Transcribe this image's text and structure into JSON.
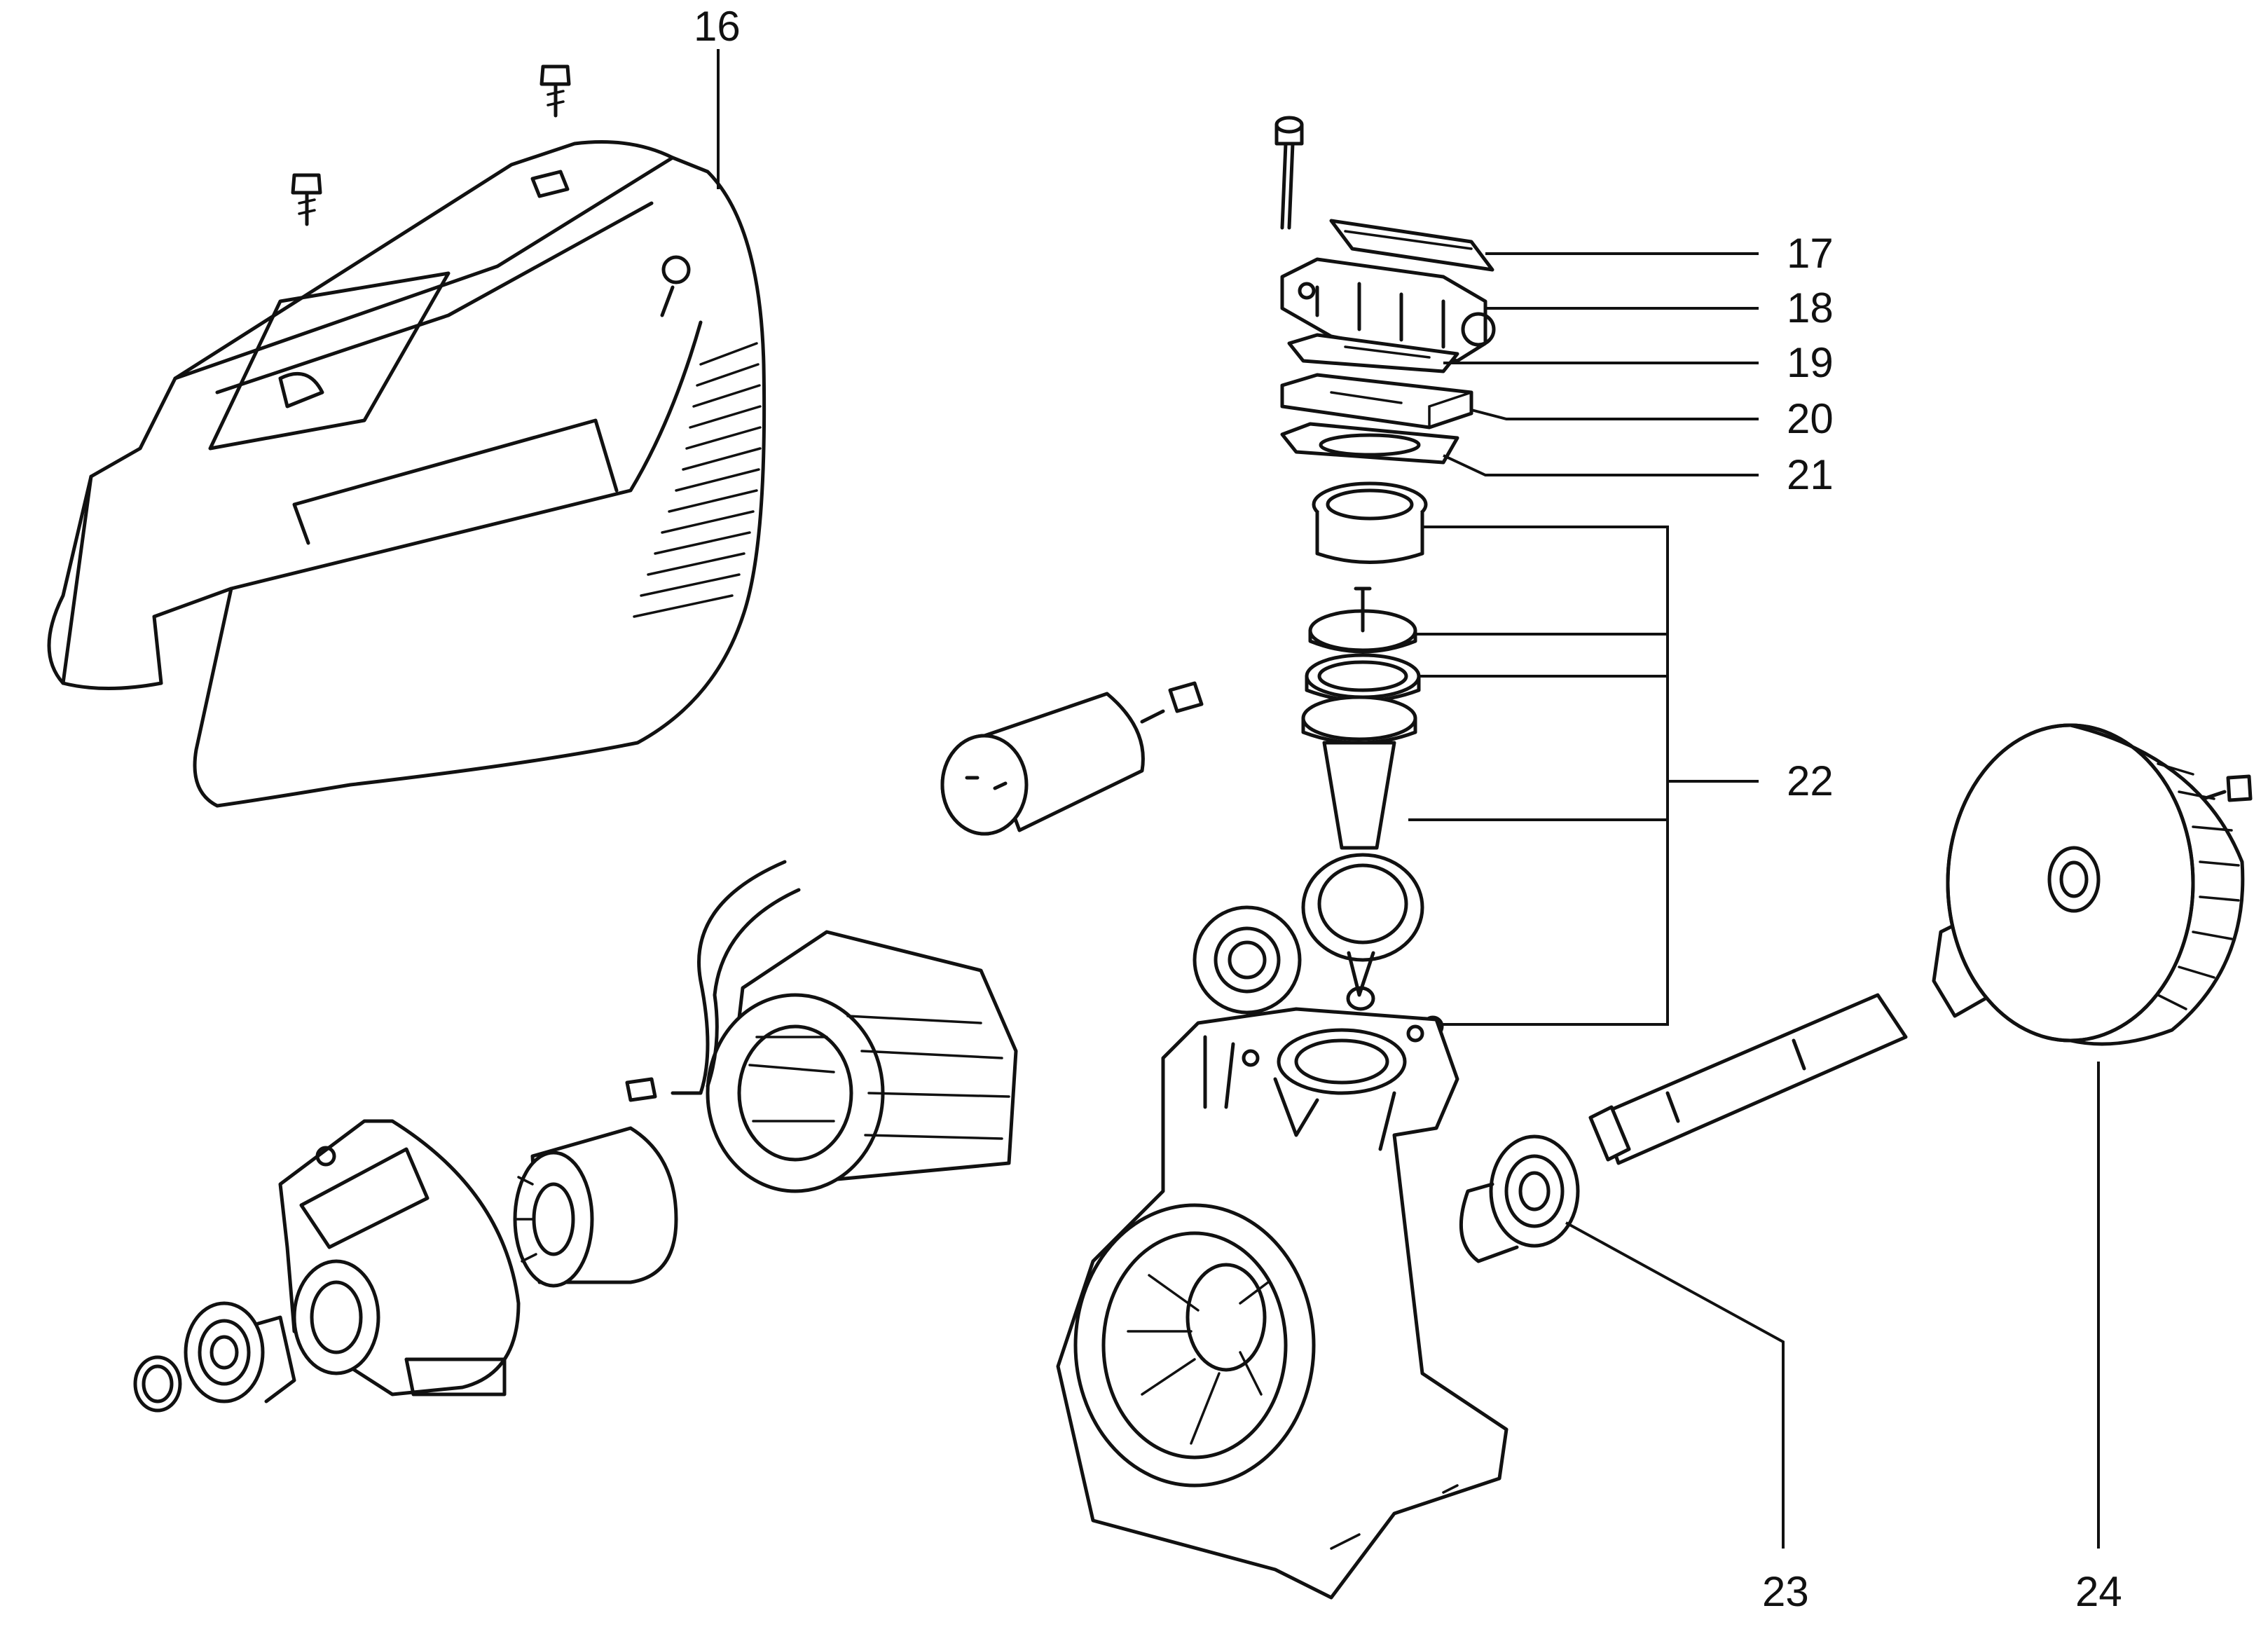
{
  "diagram": {
    "callouts": [
      {
        "id": "16",
        "text": "16",
        "part": "top-cover"
      },
      {
        "id": "17",
        "text": "17",
        "part": "valve-plate-gasket"
      },
      {
        "id": "18",
        "text": "18",
        "part": "cylinder-head"
      },
      {
        "id": "19",
        "text": "19",
        "part": "head-gasket"
      },
      {
        "id": "20",
        "text": "20",
        "part": "valve-plate"
      },
      {
        "id": "21",
        "text": "21",
        "part": "cylinder-gasket"
      },
      {
        "id": "22",
        "text": "22",
        "part": "piston-connecting-rod-assembly"
      },
      {
        "id": "23",
        "text": "23",
        "part": "ball-bearing"
      },
      {
        "id": "24",
        "text": "24",
        "part": "crankshaft-fan-assembly"
      }
    ],
    "colors": {
      "ink": "#111111",
      "paper": "#ffffff"
    }
  }
}
